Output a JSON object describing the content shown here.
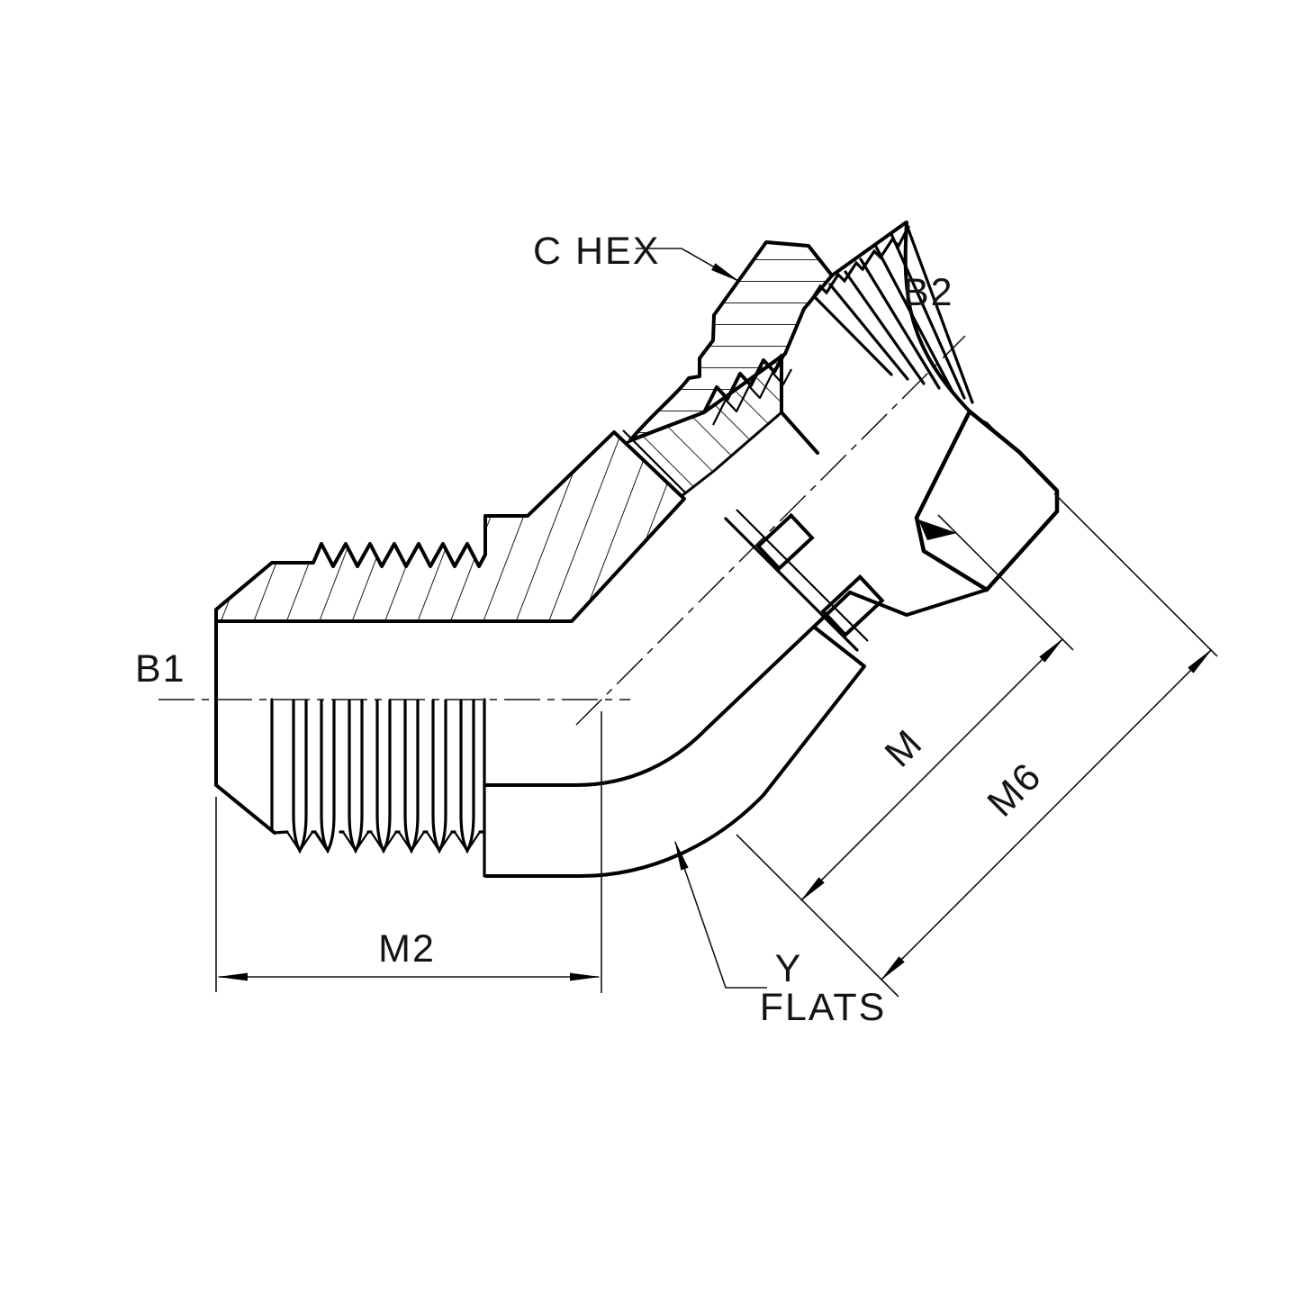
{
  "drawing": {
    "background": "#ffffff",
    "line_color": "#000000",
    "callouts": {
      "c_hex": "C HEX",
      "b1": "B1",
      "b2": "B2",
      "y": "Y",
      "flats": "FLATS"
    },
    "dimensions": {
      "m": "M",
      "m6": "M6",
      "m2": "M2"
    }
  }
}
